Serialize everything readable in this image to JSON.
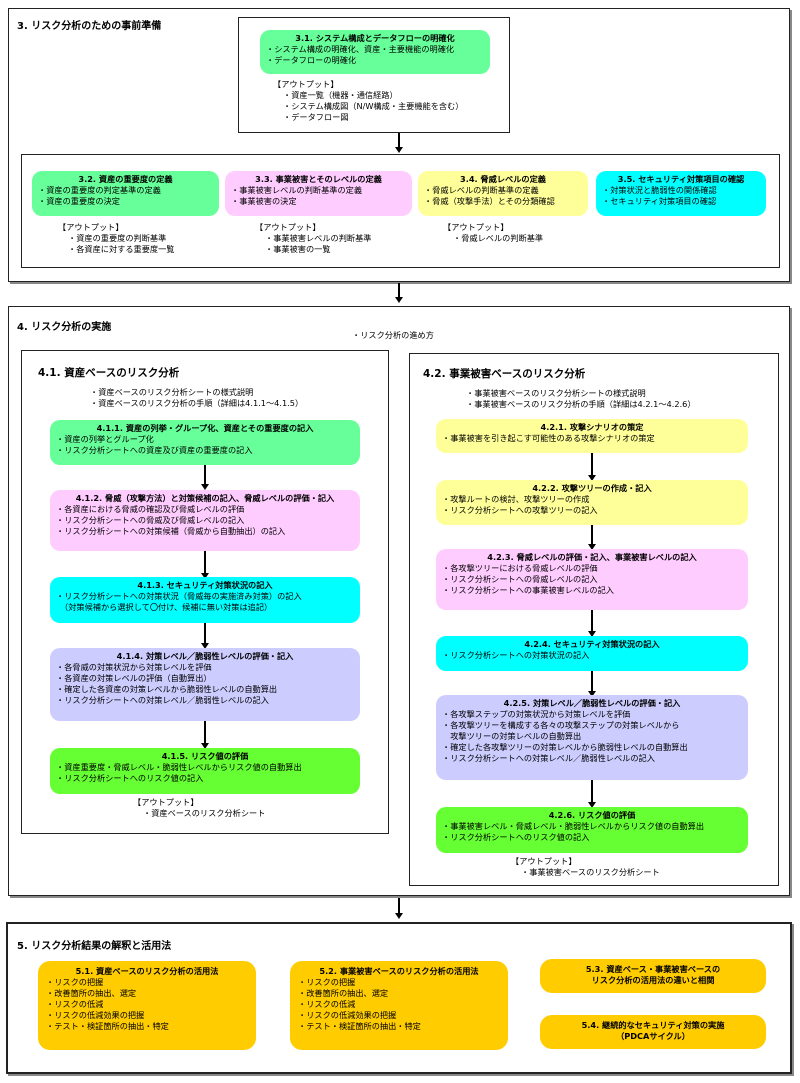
{
  "section3": {
    "title": "3. リスク分析のための事前準備",
    "box31": {
      "title": "3.1. システム構成とデータフローの明確化",
      "items": [
        "・システム構成の明確化、資産・主要機能の明確化",
        "・データフローの明確化"
      ]
    },
    "output31": {
      "label": "【アウトプット】",
      "items": [
        "・資産一覧（機器・通信経路）",
        "・システム構成図（N/W構成・主要機能を含む）",
        "・データフロー図"
      ]
    },
    "box32": {
      "title": "3.2. 資産の重要度の定義",
      "items": [
        "・資産の重要度の判定基準の定義",
        "・資産の重要度の決定"
      ]
    },
    "output32": {
      "label": "【アウトプット】",
      "items": [
        "・資産の重要度の判断基準",
        "・各資産に対する重要度一覧"
      ]
    },
    "box33": {
      "title": "3.3. 事業被害とそのレベルの定義",
      "items": [
        "・事業被害レベルの判断基準の定義",
        "・事業被害の決定"
      ]
    },
    "output33": {
      "label": "【アウトプット】",
      "items": [
        "・事業被害レベルの判断基準",
        "・事業被害の一覧"
      ]
    },
    "box34": {
      "title": "3.4. 脅威レベルの定義",
      "items": [
        "・脅威レベルの判断基準の定義",
        "・脅威（攻撃手法）とその分類確認"
      ]
    },
    "output34": {
      "label": "【アウトプット】",
      "items": [
        "・脅威レベルの判断基準"
      ]
    },
    "box35": {
      "title": "3.5. セキュリティ対策項目の確認",
      "items": [
        "・対策状況と脆弱性の関係確認",
        "・セキュリティ対策項目の確認"
      ]
    }
  },
  "section4": {
    "title": "4. リスク分析の実施",
    "note": "・リスク分析の進め方",
    "asset": {
      "title": "4.1. 資産ベースのリスク分析",
      "intro": [
        "・資産ベースのリスク分析シートの様式説明",
        "・資産ベースのリスク分析の手順（詳細は4.1.1〜4.1.5）"
      ],
      "steps": [
        {
          "title": "4.1.1. 資産の列挙・グループ化、資産とその重要度の記入",
          "items": [
            "・資産の列挙とグループ化",
            "・リスク分析シートへの資産及び資産の重要度の記入"
          ]
        },
        {
          "title": "4.1.2. 脅威（攻撃方法）と対策候補の記入、脅威レベルの評価・記入",
          "items": [
            "・各資産における脅威の確認及び脅威レベルの評価",
            "・リスク分析シートへの脅威及び脅威レベルの記入",
            "・リスク分析シートへの対策候補（脅威から自動抽出）の記入"
          ]
        },
        {
          "title": "4.1.3. セキュリティ対策状況の記入",
          "items": [
            "・リスク分析シートへの対策状況（脅威毎の実施済み対策）の記入",
            "（対策候補から選択して〇付け、候補に無い対策は追記）"
          ]
        },
        {
          "title": "4.1.4. 対策レベル／脆弱性レベルの評価・記入",
          "items": [
            "・各脅威の対策状況から対策レベルを評価",
            "・各資産の対策レベルの評価（自動算出）",
            "・確定した各資産の対策レベルから脆弱性レベルの自動算出",
            "・リスク分析シートへの対策レベル／脆弱性レベルの記入"
          ]
        },
        {
          "title": "4.1.5. リスク値の評価",
          "items": [
            "・資産重要度・脅威レベル・脆弱性レベルからリスク値の自動算出",
            "・リスク分析シートへのリスク値の記入"
          ]
        }
      ],
      "output": {
        "label": "【アウトプット】",
        "items": [
          "・資産ベースのリスク分析シート"
        ]
      }
    },
    "business": {
      "title": "4.2. 事業被害ベースのリスク分析",
      "intro": [
        "・事業被害ベースのリスク分析シートの様式説明",
        "・事業被害ベースのリスク分析の手順（詳細は4.2.1〜4.2.6）"
      ],
      "steps": [
        {
          "title": "4.2.1. 攻撃シナリオの策定",
          "items": [
            "・事業被害を引き起こす可能性のある攻撃シナリオの策定"
          ]
        },
        {
          "title": "4.2.2. 攻撃ツリーの作成・記入",
          "items": [
            "・攻撃ルートの検討、攻撃ツリーの作成",
            "・リスク分析シートへの攻撃ツリーの記入"
          ]
        },
        {
          "title": "4.2.3. 脅威レベルの評価・記入、事業被害レベルの記入",
          "items": [
            "・各攻撃ツリーにおける脅威レベルの評価",
            "・リスク分析シートへの脅威レベルの記入",
            "・リスク分析シートへの事業被害レベルの記入"
          ]
        },
        {
          "title": "4.2.4. セキュリティ対策状況の記入",
          "items": [
            "・リスク分析シートへの対策状況の記入"
          ]
        },
        {
          "title": "4.2.5. 対策レベル／脆弱性レベルの評価・記入",
          "items": [
            "・各攻撃ステップの対策状況から対策レベルを評価",
            "・各攻撃ツリーを構成する各々の攻撃ステップの対策レベルから",
            "　攻撃ツリーの対策レベルの自動算出",
            "・確定した各攻撃ツリーの対策レベルから脆弱性レベルの自動算出",
            "・リスク分析シートへの対策レベル／脆弱性レベルの記入"
          ]
        },
        {
          "title": "4.2.6. リスク値の評価",
          "items": [
            "・事業被害レベル・脅威レベル・脆弱性レベルからリスク値の自動算出",
            "・リスク分析シートへのリスク値の記入"
          ]
        }
      ],
      "output": {
        "label": "【アウトプット】",
        "items": [
          "・事業被害ベースのリスク分析シート"
        ]
      }
    }
  },
  "section5": {
    "title": "5. リスク分析結果の解釈と活用法",
    "box51": {
      "title": "5.1. 資産ベースのリスク分析の活用法",
      "items": [
        "・リスクの把握",
        "・改善箇所の抽出、選定",
        "・リスクの低減",
        "・リスクの低減効果の把握",
        "・テスト・検証箇所の抽出・特定"
      ]
    },
    "box52": {
      "title": "5.2. 事業被害ベースのリスク分析の活用法",
      "items": [
        "・リスクの把握",
        "・改善箇所の抽出、選定",
        "・リスクの低減",
        "・リスクの低減効果の把握",
        "・テスト・検証箇所の抽出・特定"
      ]
    },
    "box53": {
      "lines": [
        "5.3. 資産ベース・事業被害ベースの",
        "リスク分析の活用法の違いと相関"
      ]
    },
    "box54": {
      "lines": [
        "5.4. 継続的なセキュリティ対策の実施",
        "（PDCAサイクル）"
      ]
    }
  },
  "colors": {
    "green": "#66ff99",
    "pink": "#ffccff",
    "yellow": "#ffff99",
    "cyan": "#00ffff",
    "lavender": "#ccccff",
    "lime": "#66ff33",
    "gold": "#ffcc00"
  }
}
